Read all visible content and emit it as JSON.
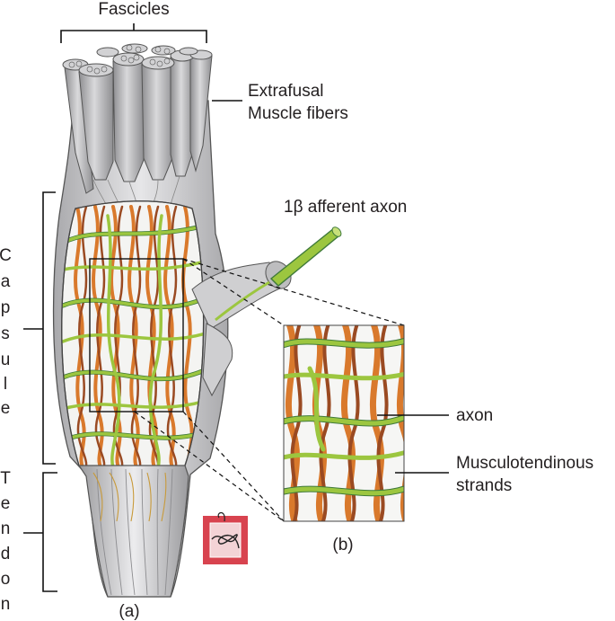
{
  "labels": {
    "fascicles": "Fascicles",
    "extrafusal_line1": "Extrafusal",
    "extrafusal_line2": "Muscle fibers",
    "afferent": "1β afferent axon",
    "capsule_letters": [
      "C",
      "a",
      "p",
      "s",
      "u",
      "l",
      "e"
    ],
    "tendon_letters": [
      "T",
      "e",
      "n",
      "d",
      "o",
      "n"
    ],
    "axon": "axon",
    "strands_line1": "Musculotendinous",
    "strands_line2": "strands",
    "panel_a": "(a)",
    "panel_b": "(b)"
  },
  "colors": {
    "muscle": "#bdbdbf",
    "muscle_dark": "#8e8e91",
    "strand_orange": "#d9792c",
    "strand_brown": "#9a4a22",
    "axon_green": "#9cc63f",
    "axon_dark": "#3f7a3a",
    "stamp_red": "#d8434f"
  },
  "icons": {
    "signature_stamp": "red-square-stamp"
  }
}
